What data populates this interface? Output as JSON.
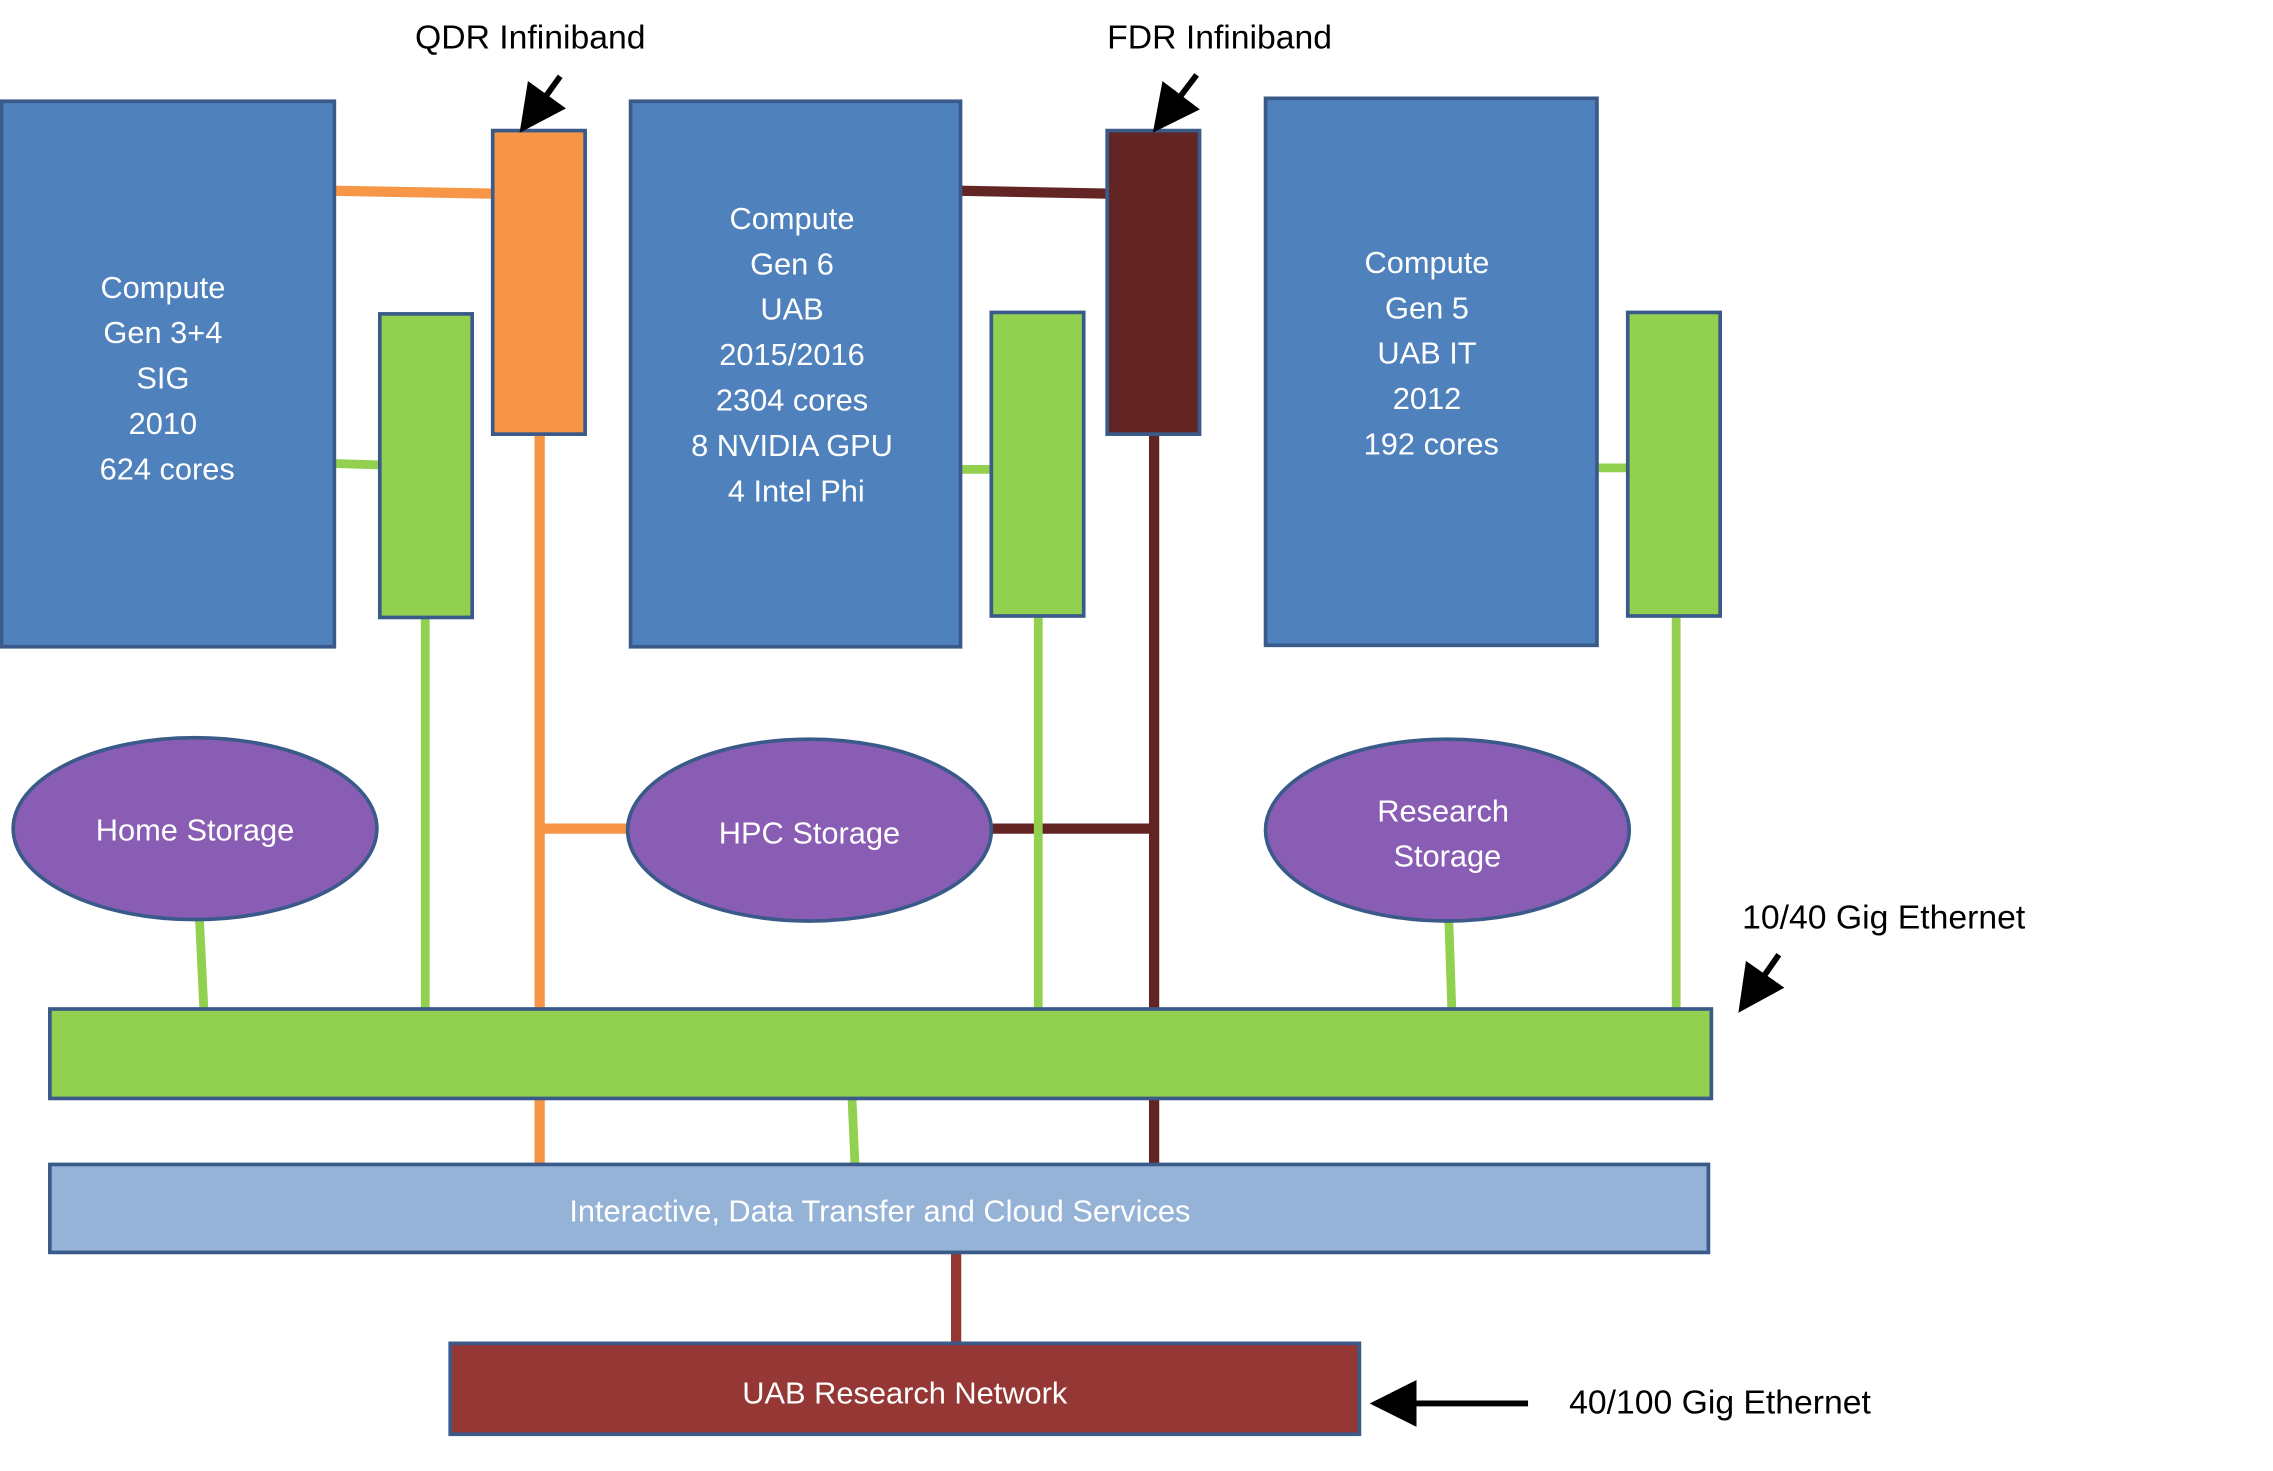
{
  "colors": {
    "compute": "#4f81bd",
    "ethernet": "#92d050",
    "qdr": "#f79646",
    "fdr": "#632523",
    "storage": "#8a5db5",
    "services": "#95b3d7",
    "research_network": "#953735",
    "border": "#3a5a8a"
  },
  "labels": {
    "qdr": "QDR Infiniband",
    "fdr": "FDR Infiniband",
    "eth_10_40": "10/40 Gig Ethernet",
    "eth_40_100": "40/100 Gig Ethernet"
  },
  "compute": [
    {
      "lines": [
        "Compute",
        "Gen 3+4",
        "SIG",
        "2010",
        "624 cores"
      ]
    },
    {
      "lines": [
        "Compute",
        "Gen 6",
        "UAB",
        "2015/2016",
        "2304 cores",
        "8 NVIDIA GPU",
        "4 Intel Phi"
      ]
    },
    {
      "lines": [
        "Compute",
        "Gen 5",
        "UAB IT",
        "2012",
        "192 cores"
      ]
    }
  ],
  "storage": [
    {
      "lines": [
        "Home Storage"
      ]
    },
    {
      "lines": [
        "HPC Storage"
      ]
    },
    {
      "lines": [
        "Research",
        "Storage"
      ]
    }
  ],
  "services": {
    "label": "Interactive, Data Transfer and Cloud Services"
  },
  "research_network": {
    "label": "UAB Research Network"
  }
}
